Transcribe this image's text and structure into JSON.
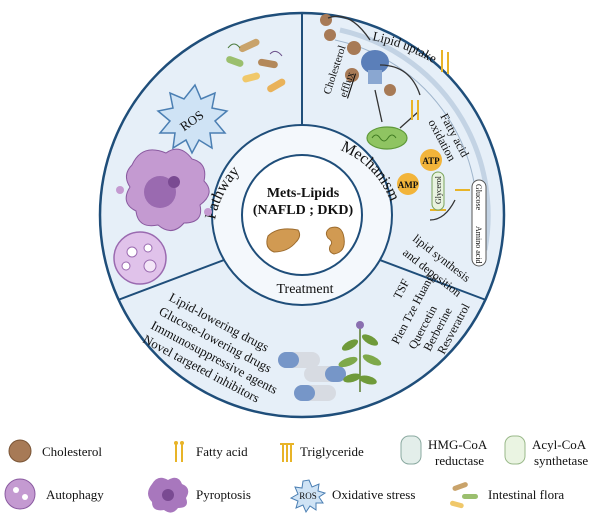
{
  "center": {
    "line1": "Mets-Lipids",
    "line2": "(NAFLD ; DKD)"
  },
  "ring_labels": {
    "pathway": "Pathway",
    "mechanism": "Mechanism",
    "treatment": "Treatment"
  },
  "mechanism": {
    "lipid_uptake": "Lipid uptake",
    "cholesterol": "Cholesterol",
    "efflux": "efflux",
    "fatty_acid": "Fatty acid",
    "oxidation": "oxidation",
    "atp": "ATP",
    "amp": "AMP",
    "glycerol": "Glycerol",
    "glucose": "Glucose",
    "amino_acid": "Amino acid",
    "lipid_synthesis": "lipid synthesis",
    "and_deposition": "and deposition"
  },
  "pathway": {
    "ros": "ROS"
  },
  "treatment": {
    "drugs": [
      "Lipid-lowering drugs",
      "Glucose-lowering drugs",
      "Immunosuppressive agents",
      "Novel targeted inhibitors"
    ],
    "herbs": [
      "TSF",
      "Pien Tze Huang",
      "Quercetin",
      "Berberine",
      "Resveratrol"
    ]
  },
  "legend": {
    "cholesterol": "Cholesterol",
    "fatty_acid": "Fatty acid",
    "triglyceride": "Triglyceride",
    "hmg_line1": "HMG-CoA",
    "hmg_line2": "reductase",
    "acyl_line1": "Acyl-CoA",
    "acyl_line2": "synthetase",
    "autophagy": "Autophagy",
    "pyroptosis": "Pyroptosis",
    "ros_icon": "ROS",
    "oxidative_stress": "Oxidative stress",
    "intestinal_flora": "Intestinal flora"
  },
  "colors": {
    "ring_bg": "#e6eff8",
    "ring_stroke": "#1f4e7a",
    "center_bg": "#ffffff",
    "cholesterol": "#a77a56",
    "fatty_acid": "#e8b428",
    "mito": "#8fc462",
    "atp": "#f2b43a",
    "cell_purple": "#b27fc4",
    "ros_blue": "#9cc4e6"
  }
}
